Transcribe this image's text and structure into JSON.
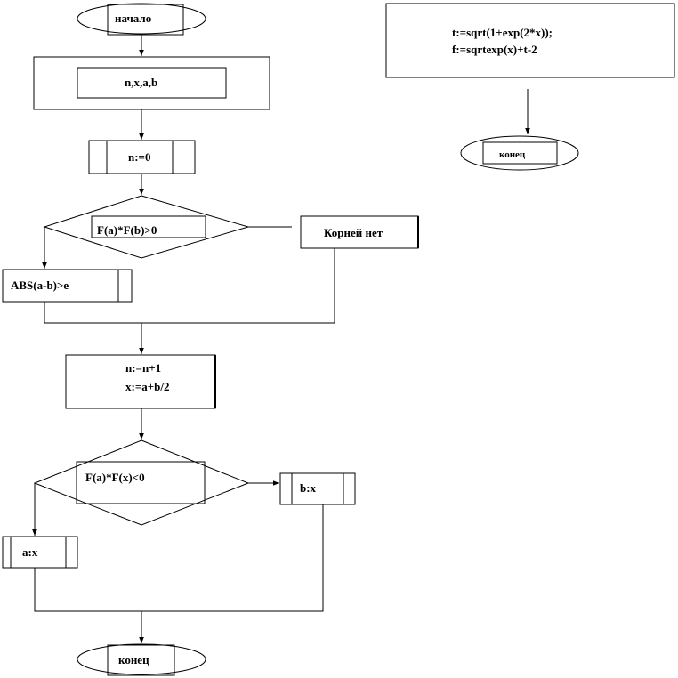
{
  "diagram": {
    "start": "начало",
    "input": "n,x,a,b",
    "init": "n:=0",
    "cond1": "F(a)*F(b)>0",
    "no_roots": "Корней нет",
    "loop": "ABS(a-b)>e",
    "update_line1": "n:=n+1",
    "update_line2": "x:=a+b/2",
    "cond2": "F(a)*F(x)<0",
    "assign_b": "b:x",
    "assign_a": "a:x",
    "end_main": "конец",
    "func_line1": "t:=sqrt(1+exp(2*x));",
    "func_line2": "f:=sqrtexp(x)+t-2",
    "end_func": "конец"
  }
}
